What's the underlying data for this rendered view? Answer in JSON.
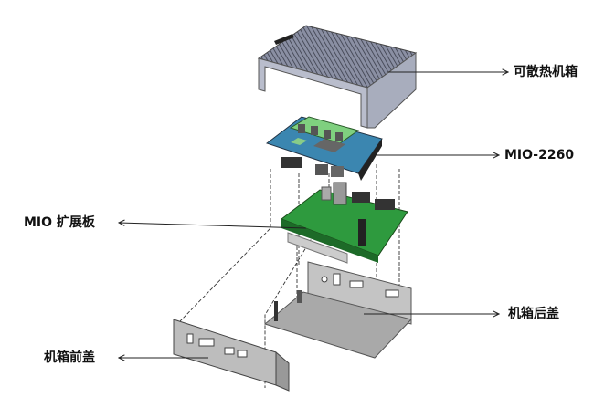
{
  "labels": {
    "heatsink_case": "可散热机箱",
    "mio_board": "MIO-2260",
    "expansion_board": "MIO 扩展板",
    "rear_cover": "机箱后盖",
    "front_cover": "机箱前盖"
  },
  "colors": {
    "heatsink": "#9aa0b4",
    "mio_board": "#3b86b0",
    "expansion_board": "#2e9a3e",
    "sheet_metal": "#b8b8b8"
  }
}
